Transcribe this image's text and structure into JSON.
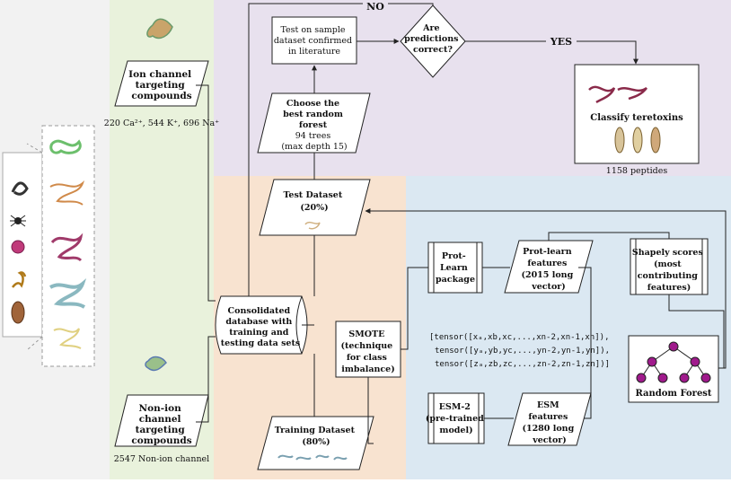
{
  "colors": {
    "left_panel": "#f2f2f2",
    "green_panel": "#e9f2dc",
    "purple_panel": "#e8e1ee",
    "orange_panel": "#f8e3d0",
    "blue_panel": "#dbe8f2",
    "random_forest_node": "#a01a8c",
    "line": "#222222"
  },
  "ion_channel": {
    "title_lines": [
      "Ion channel",
      "targeting",
      "compounds"
    ],
    "counts": "220 Ca²⁺, 544 K⁺, 696 Na⁺"
  },
  "non_ion_channel": {
    "title_lines": [
      "Non-ion",
      "channel",
      "targeting",
      "compounds"
    ],
    "count": "2547 Non-ion channel"
  },
  "test_sample": {
    "lines": [
      "Test on sample",
      "dataset confirmed",
      "in literature"
    ]
  },
  "decision": {
    "lines": [
      "Are",
      "predictions",
      "correct?"
    ]
  },
  "no_label": "NO",
  "yes_label": "YES",
  "choose_forest": {
    "lines": [
      "Choose the",
      "best random",
      "forest",
      "94 trees",
      "(max depth 15)"
    ]
  },
  "classify": {
    "title": "Classify teretoxins",
    "count": "1158 peptides"
  },
  "test_dataset": {
    "lines": [
      "Test Dataset",
      "(20%)"
    ]
  },
  "training_dataset": {
    "lines": [
      "Training Dataset",
      "(80%)"
    ]
  },
  "consolidated": {
    "lines": [
      "Consolidated",
      "database with",
      "training and",
      "testing data sets"
    ]
  },
  "smote": {
    "lines": [
      "SMOTE",
      "(technique",
      "for class",
      "imbalance)"
    ]
  },
  "prot_learn_package": {
    "lines": [
      "Prot-",
      "Learn",
      "package"
    ]
  },
  "prot_learn_features": {
    "lines": [
      "Prot-learn",
      "features",
      "(2015 long",
      "vector)"
    ]
  },
  "shapely": {
    "lines": [
      "Shapely scores",
      "(most",
      "contributing",
      "features)"
    ]
  },
  "tensors": {
    "lines": [
      "[tensor([xₐ,xb,xc,...,xn-2,xn-1,xn]),",
      "tensor([yₐ,yb,yc,...,yn-2,yn-1,yn]),",
      "tensor([zₐ,zb,zc,...,zn-2,zn-1,zn])]"
    ]
  },
  "esm2": {
    "lines": [
      "ESM-2",
      "(pre-trained",
      "model)"
    ]
  },
  "esm_features": {
    "lines": [
      "ESM",
      "features",
      "(1280 long",
      "vector)"
    ]
  },
  "random_forest": {
    "label": "Random Forest"
  }
}
